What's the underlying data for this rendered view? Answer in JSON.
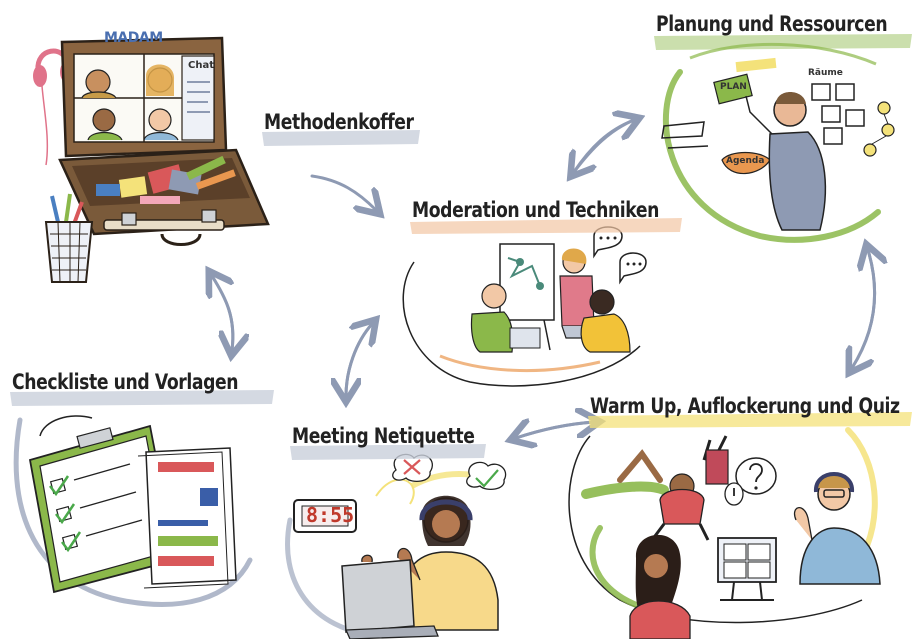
{
  "suitcase": {
    "brand": "MADAM",
    "chat_label": "Chat"
  },
  "labels": {
    "methodenkoffer": "Methodenkoffer",
    "planung": "Planung und Ressourcen",
    "moderation": "Moderation und Techniken",
    "checkliste": "Checkliste und Vorlagen",
    "netiquette": "Meeting Netiquette",
    "warmup": "Warm Up, Auflockerung und Quiz"
  },
  "clock": {
    "time": "8:55"
  },
  "planning_board": {
    "plan_note": "PLAN",
    "agenda_note": "Agenda",
    "rooms_note": "Räume"
  },
  "colors": {
    "arrow": "#8e9ab3",
    "highlight_yellow": "#f4e27a",
    "highlight_grey": "#c9cfdb",
    "accent_green": "#8bb84a",
    "accent_orange": "#e9974f",
    "accent_red": "#d9585a",
    "suitcase_brown": "#7a5a3a"
  },
  "icons": [
    "suitcase-icon",
    "headphones-icon",
    "pencil-cup-icon",
    "clipboard-checklist-icon",
    "document-template-icon",
    "digital-clock-icon",
    "speech-bubble-icon",
    "flipchart-icon",
    "video-call-icon",
    "question-bubble-icon"
  ]
}
